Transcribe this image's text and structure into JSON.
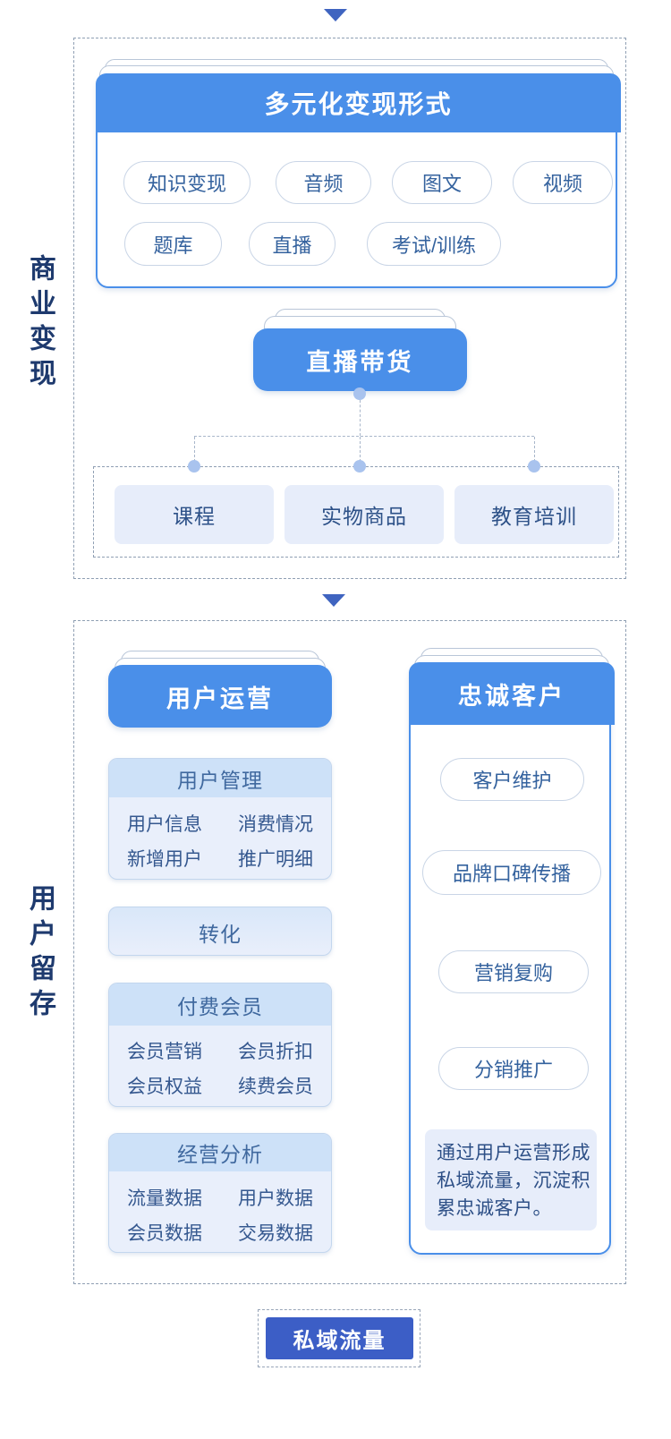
{
  "colors": {
    "header_blue": "#4a8fe9",
    "footer_blue": "#3c5ec6",
    "arrow_blue": "#3f64c0",
    "side_label_navy": "#1e3a6e",
    "light_box_bg": "#e9effb",
    "box_header_bg": "#cde1f8",
    "dot_blue": "#a9c3ee"
  },
  "section1": {
    "side_label": "商业变现",
    "card": {
      "title": "多元化变现形式",
      "pills_row1": [
        "知识变现",
        "音频",
        "图文",
        "视频"
      ],
      "pills_row2": [
        "题库",
        "直播",
        "考试/训练"
      ]
    },
    "source_node": "直播带货",
    "targets": [
      "课程",
      "实物商品",
      "教育培训"
    ]
  },
  "section2": {
    "side_label": "用户留存",
    "left": {
      "header": "用户运营",
      "boxes": [
        {
          "title": "用户管理",
          "items": [
            "用户信息",
            "消费情况",
            "新增用户",
            "推广明细"
          ]
        },
        {
          "title": "转化",
          "items": []
        },
        {
          "title": "付费会员",
          "items": [
            "会员营销",
            "会员折扣",
            "会员权益",
            "续费会员"
          ]
        },
        {
          "title": "经营分析",
          "items": [
            "流量数据",
            "用户数据",
            "会员数据",
            "交易数据"
          ]
        }
      ]
    },
    "right": {
      "header": "忠诚客户",
      "pills": [
        "客户维护",
        "品牌口碑传播",
        "营销复购",
        "分销推广"
      ],
      "note_lines": [
        "通过用户运营形成",
        "私域流量，沉淀积",
        "累忠诚客户。"
      ]
    }
  },
  "footer": {
    "label": "私域流量"
  }
}
